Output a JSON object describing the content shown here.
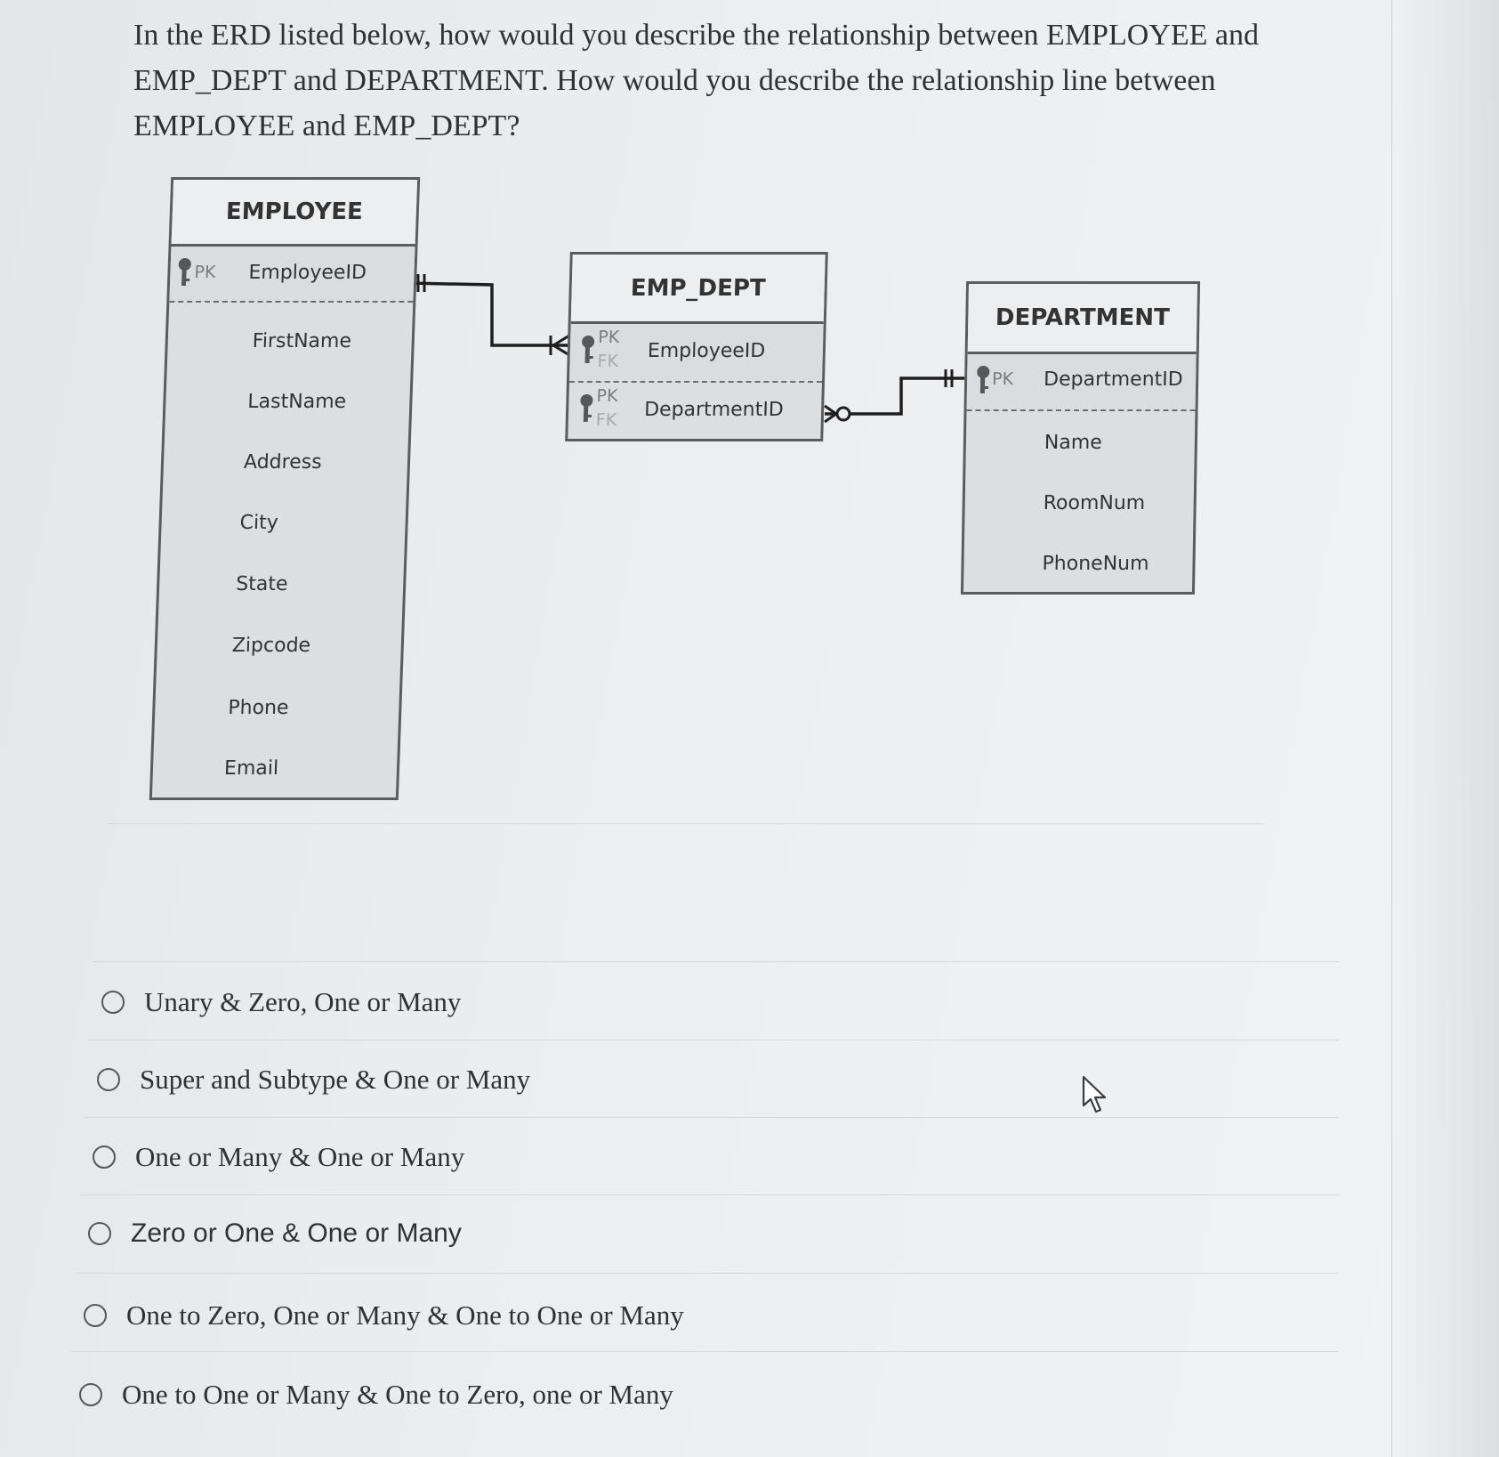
{
  "question": {
    "text": "In the ERD listed below, how would you describe the relationship between EMPLOYEE and EMP_DEPT and DEPARTMENT.  How would you describe the relationship line between EMPLOYEE and EMP_DEPT?"
  },
  "diagram": {
    "employee": {
      "title": "EMPLOYEE",
      "pk_label": "PK",
      "pk_field": "EmployeeID",
      "attributes": [
        "FirstName",
        "LastName",
        "Address",
        "City",
        "State",
        "Zipcode",
        "Phone",
        "Email"
      ]
    },
    "emp_dept": {
      "title": "EMP_DEPT",
      "pk_label": "PK",
      "fk_label": "FK",
      "fields": [
        "EmployeeID",
        "DepartmentID"
      ]
    },
    "department": {
      "title": "DEPARTMENT",
      "pk_label": "PK",
      "pk_field": "DepartmentID",
      "attributes": [
        "Name",
        "RoomNum",
        "PhoneNum"
      ]
    }
  },
  "options": [
    "Unary & Zero, One or Many",
    "Super and Subtype & One or Many",
    "One or Many & One or Many",
    "Zero or One & One or Many",
    "One to Zero, One or Many & One to One or Many",
    "One to One or Many & One to Zero, one or Many"
  ],
  "colors": {
    "background": "#eceef0",
    "entity_fill": "#dcdee0",
    "entity_border": "#5a5d60",
    "text": "#2f3235"
  }
}
